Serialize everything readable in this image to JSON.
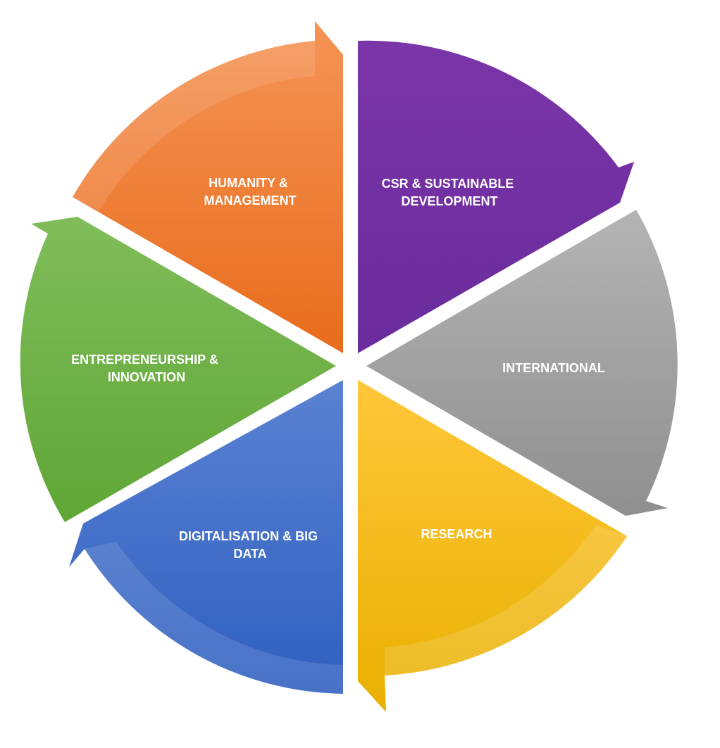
{
  "segments": [
    {
      "id": "csr",
      "lines": [
        "CSR & SUSTAINABLE",
        "DEVELOPMENT"
      ],
      "color_top": "#7a35a8",
      "color_bottom": "#6a2c9c"
    },
    {
      "id": "international",
      "lines": [
        "INTERNATIONAL"
      ],
      "color_top": "#b4b4b4",
      "color_bottom": "#8f8f8f"
    },
    {
      "id": "research",
      "lines": [
        "RESEARCH"
      ],
      "color_top": "#ffc73a",
      "color_bottom": "#e8b000"
    },
    {
      "id": "digitalisation",
      "lines": [
        "DIGITALISATION & BIG",
        "DATA"
      ],
      "color_top": "#5a82d2",
      "color_bottom": "#2f5fc0"
    },
    {
      "id": "entrepreneurship",
      "lines": [
        "ENTREPRENEURSHIP &",
        "INNOVATION"
      ],
      "color_top": "#80bd5a",
      "color_bottom": "#5fa636"
    },
    {
      "id": "humanity",
      "lines": [
        "HUMANITY &",
        "MANAGEMENT"
      ],
      "color_top": "#f59456",
      "color_bottom": "#e86c1c"
    }
  ]
}
